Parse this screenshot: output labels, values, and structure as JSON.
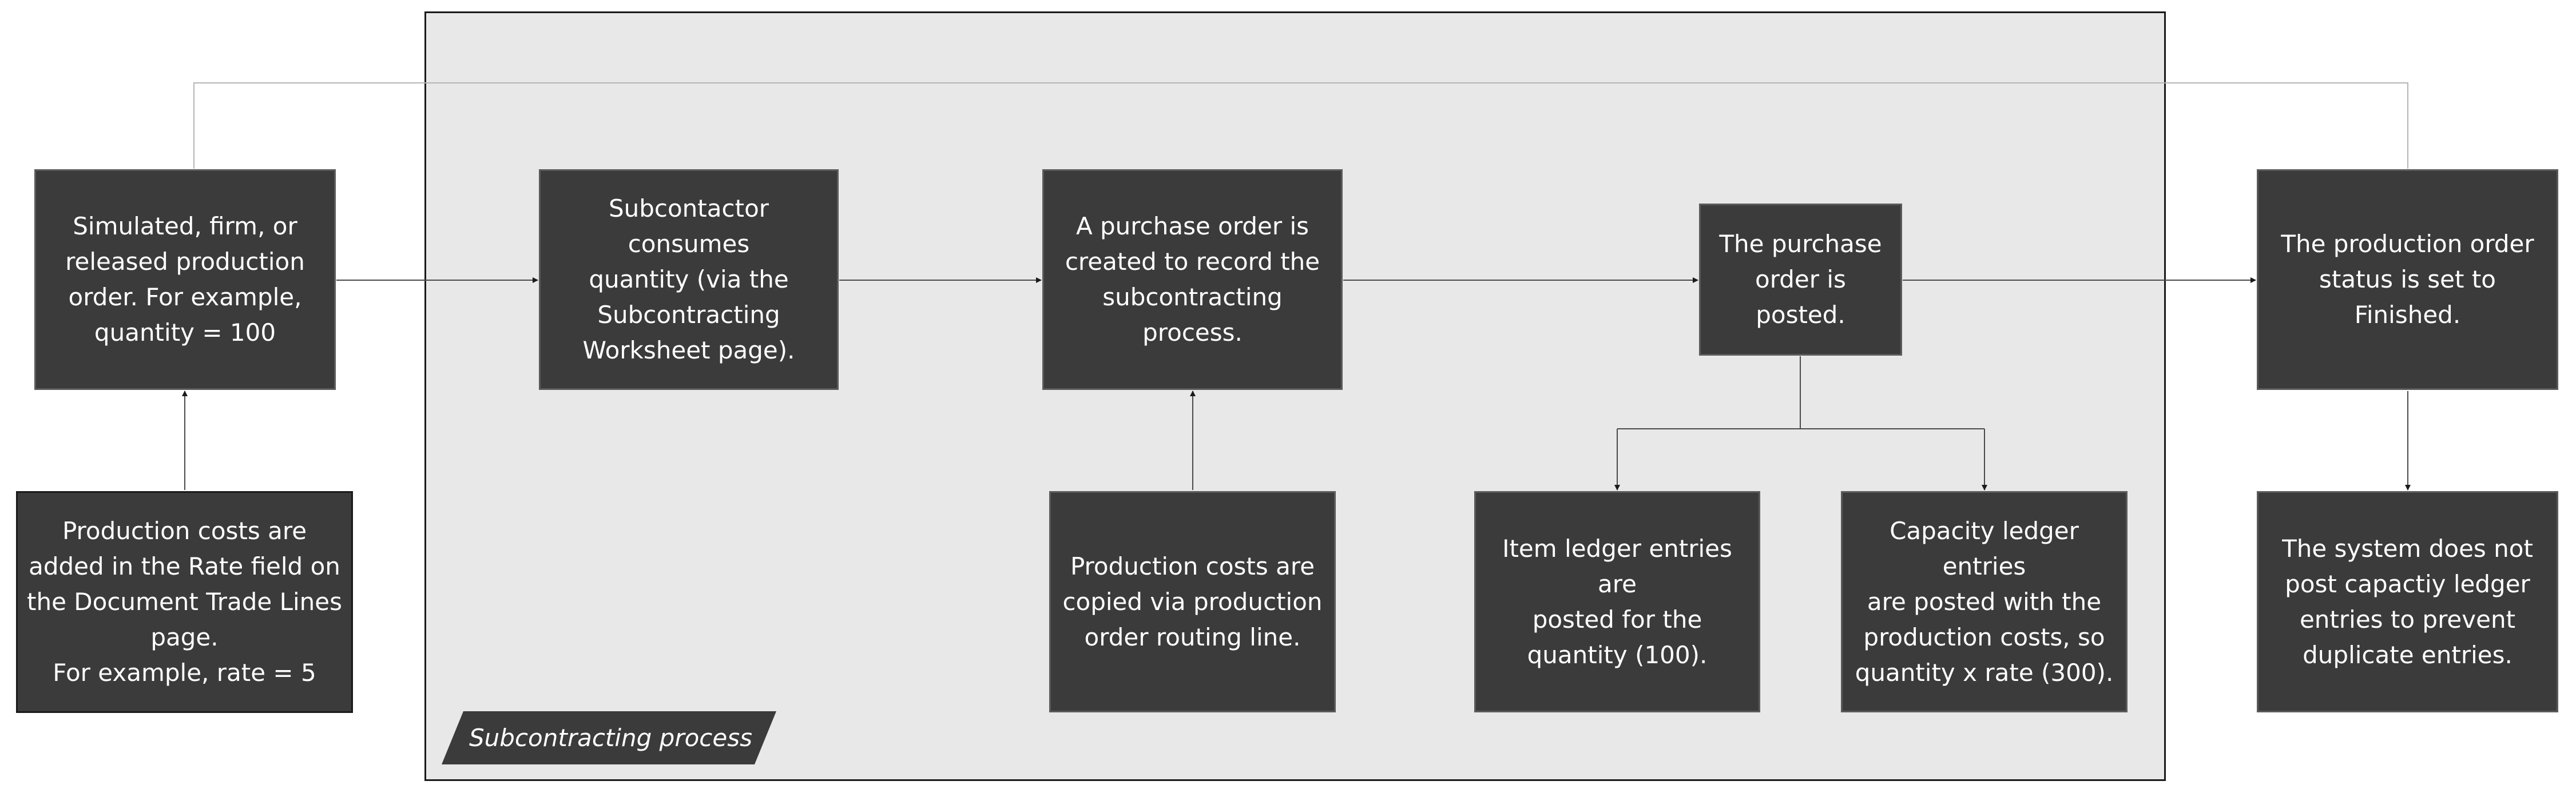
{
  "group": {
    "label": "Subcontracting process"
  },
  "nodes": {
    "production_order": "Simulated, firm, or\nreleased production\norder. For example,\nquantity = 100",
    "production_costs_rate": "Production costs are\nadded in the Rate field on\nthe Document Trade Lines\npage.\nFor example, rate = 5",
    "subcontractor_consumes": "Subcontactor consumes\nquantity (via the\nSubcontracting\nWorksheet page).",
    "purchase_order_created": "A purchase order is\ncreated to record the\nsubcontracting process.",
    "production_costs_copied": "Production costs are\ncopied via production\norder routing line.",
    "purchase_order_posted": "The purchase\norder is posted.",
    "item_ledger_entries": "Item ledger entries are\nposted for the\nquantity (100).",
    "capacity_ledger_entries": "Capacity ledger entries\nare posted with the\nproduction costs, so\nquantity x rate (300).",
    "order_finished": "The production order\nstatus is set to Finished.",
    "no_capacity_entries": "The system does not\npost capactiy ledger\nentries to prevent\nduplicate entries."
  },
  "colors": {
    "box_fill": "#3b3b3b",
    "box_text": "#ffffff",
    "group_fill": "#e8e8e8",
    "connector": "#4a4a4a",
    "feedback_line": "#b5b5b5"
  }
}
